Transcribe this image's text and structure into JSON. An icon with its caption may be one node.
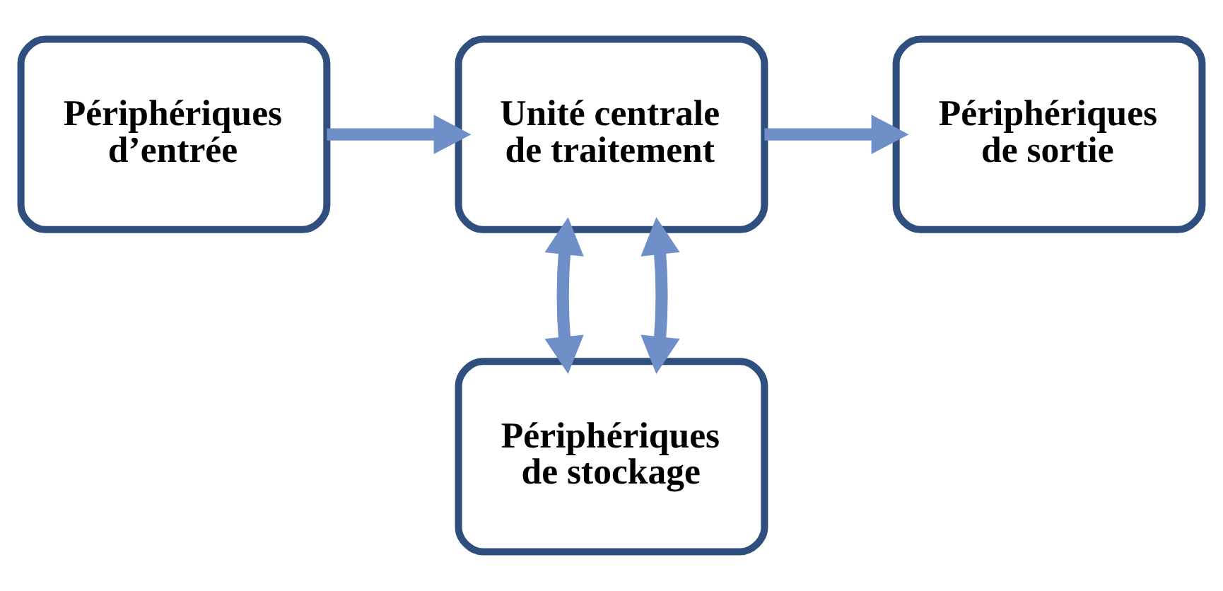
{
  "diagram": {
    "nodes": [
      {
        "text": [
          "Périphériques d’entrée"
        ]
      },
      {
        "text": [
          "Unité centrale de traitement"
        ]
      },
      {
        "text": [
          "Périphériques de sortie"
        ]
      },
      {
        "text": [
          "Périphériques de stockage"
        ]
      }
    ],
    "edges": [
      {
        "from": 0,
        "to": 1,
        "arrow": "to"
      },
      {
        "from": 1,
        "to": 2,
        "arrow": "to"
      },
      {
        "from": 1,
        "to": 3,
        "arrow": "both"
      },
      {
        "from": 1,
        "to": 3,
        "arrow": "both"
      }
    ]
  }
}
